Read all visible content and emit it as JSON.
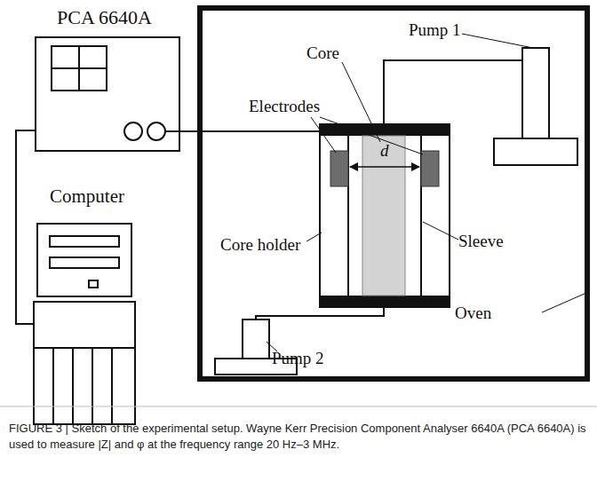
{
  "diagram": {
    "caption": "FIGURE 3 | Sketch of the experimental setup. Wayne Kerr Precision Component Analyser 6640A (PCA 6640A) is used to measure |Z| and φ at the frequency range 20 Hz–3 MHz.",
    "nodes": [
      {
        "text": [
          "PCA 6640A"
        ]
      },
      {
        "text": [
          "Computer"
        ]
      },
      {
        "text": [
          "Oven"
        ]
      }
    ],
    "edges": [
      {
        "from": 0,
        "to": 1,
        "arrow": "none"
      }
    ],
    "labels": [
      "Pump 1",
      "Core",
      "d",
      "Electrodes",
      "Core holder",
      "Sleeve",
      "Pump 2"
    ]
  }
}
